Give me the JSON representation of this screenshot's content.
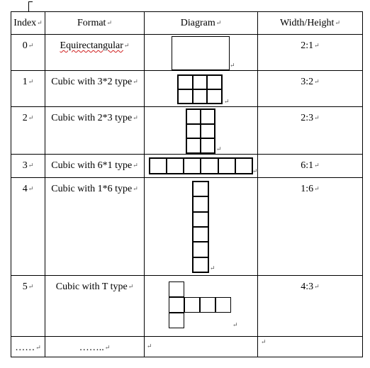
{
  "headers": [
    "Index",
    "Format",
    "Diagram",
    "Width/Height"
  ],
  "rows": [
    {
      "index": "0",
      "format": "Equirectangular",
      "ratio": "2:1"
    },
    {
      "index": "1",
      "format": "Cubic with 3*2 type",
      "ratio": "3:2"
    },
    {
      "index": "2",
      "format": "Cubic with 2*3 type",
      "ratio": "2:3"
    },
    {
      "index": "3",
      "format": "Cubic with 6*1 type",
      "ratio": "6:1"
    },
    {
      "index": "4",
      "format": "Cubic with 1*6 type",
      "ratio": "1:6"
    },
    {
      "index": "5",
      "format": "Cubic with T type",
      "ratio": "4:3"
    },
    {
      "index": "……",
      "format": "……..",
      "ratio": ""
    }
  ],
  "marks": {
    "cell_end": "↵"
  }
}
